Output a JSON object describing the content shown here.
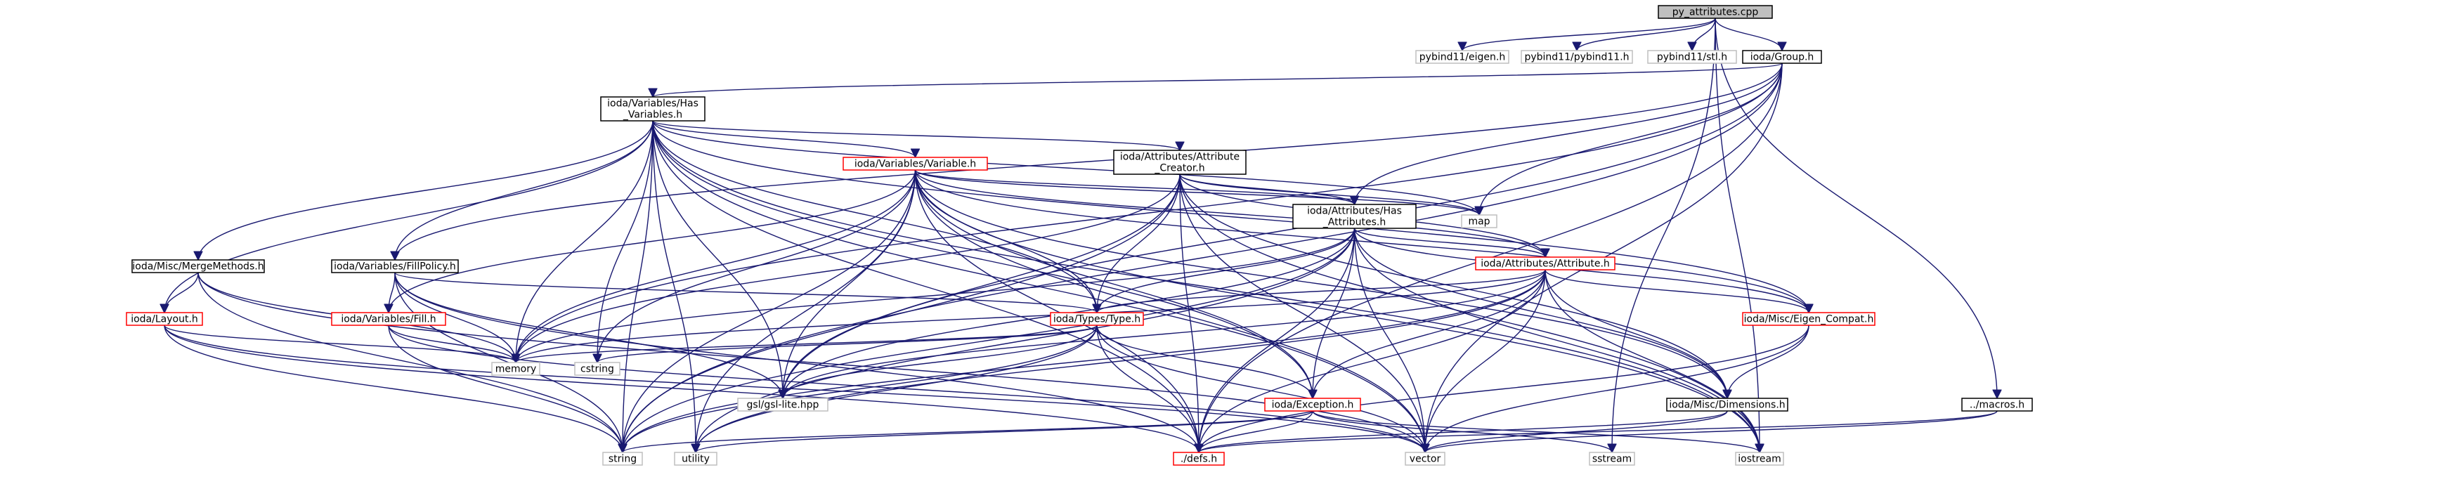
{
  "page_title": "py_attributes.cpp include dependency graph",
  "colors": {
    "edge": "#191970",
    "node_border_default": "#000000",
    "node_border_external": "#bfbfbf",
    "node_border_truncated": "#ff0000",
    "root_fill": "#bfbfbf",
    "node_fill": "#ffffff"
  },
  "nodes": [
    {
      "id": "root",
      "lines": [
        "py_attributes.cpp"
      ],
      "kind": "root"
    },
    {
      "id": "eigen",
      "lines": [
        "pybind11/eigen.h"
      ],
      "kind": "external"
    },
    {
      "id": "pybind11",
      "lines": [
        "pybind11/pybind11.h"
      ],
      "kind": "external"
    },
    {
      "id": "stl",
      "lines": [
        "pybind11/stl.h"
      ],
      "kind": "external"
    },
    {
      "id": "group",
      "lines": [
        "ioda/Group.h"
      ],
      "kind": "normal"
    },
    {
      "id": "hasvars",
      "lines": [
        "ioda/Variables/Has",
        "_Variables.h"
      ],
      "kind": "normal"
    },
    {
      "id": "variable",
      "lines": [
        "ioda/Variables/Variable.h"
      ],
      "kind": "truncated"
    },
    {
      "id": "attrcreator",
      "lines": [
        "ioda/Attributes/Attribute",
        "_Creator.h"
      ],
      "kind": "normal"
    },
    {
      "id": "hasattrs",
      "lines": [
        "ioda/Attributes/Has",
        "_Attributes.h"
      ],
      "kind": "normal"
    },
    {
      "id": "attribute",
      "lines": [
        "ioda/Attributes/Attribute.h"
      ],
      "kind": "truncated"
    },
    {
      "id": "mergemethods",
      "lines": [
        "ioda/Misc/MergeMethods.h"
      ],
      "kind": "normal"
    },
    {
      "id": "fillpolicy",
      "lines": [
        "ioda/Variables/FillPolicy.h"
      ],
      "kind": "normal"
    },
    {
      "id": "map",
      "lines": [
        "map"
      ],
      "kind": "external"
    },
    {
      "id": "layout",
      "lines": [
        "ioda/Layout.h"
      ],
      "kind": "truncated"
    },
    {
      "id": "fill",
      "lines": [
        "ioda/Variables/Fill.h"
      ],
      "kind": "truncated"
    },
    {
      "id": "type",
      "lines": [
        "ioda/Types/Type.h"
      ],
      "kind": "truncated"
    },
    {
      "id": "eigencompat",
      "lines": [
        "ioda/Misc/Eigen_Compat.h"
      ],
      "kind": "truncated"
    },
    {
      "id": "memory",
      "lines": [
        "memory"
      ],
      "kind": "external"
    },
    {
      "id": "cstring",
      "lines": [
        "cstring"
      ],
      "kind": "external"
    },
    {
      "id": "gsl",
      "lines": [
        "gsl/gsl-lite.hpp"
      ],
      "kind": "external"
    },
    {
      "id": "exception",
      "lines": [
        "ioda/Exception.h"
      ],
      "kind": "truncated"
    },
    {
      "id": "dimensions",
      "lines": [
        "ioda/Misc/Dimensions.h"
      ],
      "kind": "normal"
    },
    {
      "id": "macros",
      "lines": [
        "../macros.h"
      ],
      "kind": "normal"
    },
    {
      "id": "string",
      "lines": [
        "string"
      ],
      "kind": "external"
    },
    {
      "id": "utility",
      "lines": [
        "utility"
      ],
      "kind": "external"
    },
    {
      "id": "defs",
      "lines": [
        "./defs.h"
      ],
      "kind": "truncated"
    },
    {
      "id": "vector",
      "lines": [
        "vector"
      ],
      "kind": "external"
    },
    {
      "id": "sstream",
      "lines": [
        "sstream"
      ],
      "kind": "external"
    },
    {
      "id": "iostream",
      "lines": [
        "iostream"
      ],
      "kind": "external"
    }
  ],
  "edges": [
    [
      "root",
      "eigen"
    ],
    [
      "root",
      "pybind11"
    ],
    [
      "root",
      "stl"
    ],
    [
      "root",
      "group"
    ],
    [
      "root",
      "macros"
    ],
    [
      "root",
      "iostream"
    ],
    [
      "root",
      "sstream"
    ],
    [
      "group",
      "hasvars"
    ],
    [
      "group",
      "hasattrs"
    ],
    [
      "group",
      "fillpolicy"
    ],
    [
      "group",
      "map"
    ],
    [
      "group",
      "vector"
    ],
    [
      "group",
      "string"
    ],
    [
      "group",
      "memory"
    ],
    [
      "group",
      "gsl"
    ],
    [
      "group",
      "defs"
    ],
    [
      "hasvars",
      "variable"
    ],
    [
      "hasvars",
      "attrcreator"
    ],
    [
      "hasvars",
      "mergemethods"
    ],
    [
      "hasvars",
      "fillpolicy"
    ],
    [
      "hasvars",
      "layout"
    ],
    [
      "hasvars",
      "type"
    ],
    [
      "hasvars",
      "map"
    ],
    [
      "hasvars",
      "memory"
    ],
    [
      "hasvars",
      "cstring"
    ],
    [
      "hasvars",
      "gsl"
    ],
    [
      "hasvars",
      "string"
    ],
    [
      "hasvars",
      "utility"
    ],
    [
      "hasvars",
      "vector"
    ],
    [
      "hasvars",
      "iostream"
    ],
    [
      "hasvars",
      "eigencompat"
    ],
    [
      "hasvars",
      "exception"
    ],
    [
      "hasvars",
      "defs"
    ],
    [
      "variable",
      "hasattrs"
    ],
    [
      "variable",
      "attribute"
    ],
    [
      "variable",
      "fill"
    ],
    [
      "variable",
      "type"
    ],
    [
      "variable",
      "eigencompat"
    ],
    [
      "variable",
      "dimensions"
    ],
    [
      "variable",
      "exception"
    ],
    [
      "variable",
      "memory"
    ],
    [
      "variable",
      "cstring"
    ],
    [
      "variable",
      "gsl"
    ],
    [
      "variable",
      "string"
    ],
    [
      "variable",
      "utility"
    ],
    [
      "variable",
      "vector"
    ],
    [
      "variable",
      "defs"
    ],
    [
      "variable",
      "map"
    ],
    [
      "variable",
      "iostream"
    ],
    [
      "attrcreator",
      "hasattrs"
    ],
    [
      "attrcreator",
      "attribute"
    ],
    [
      "attrcreator",
      "type"
    ],
    [
      "attrcreator",
      "map"
    ],
    [
      "attrcreator",
      "memory"
    ],
    [
      "attrcreator",
      "gsl"
    ],
    [
      "attrcreator",
      "string"
    ],
    [
      "attrcreator",
      "vector"
    ],
    [
      "attrcreator",
      "defs"
    ],
    [
      "attrcreator",
      "dimensions"
    ],
    [
      "attrcreator",
      "iostream"
    ],
    [
      "hasattrs",
      "attribute"
    ],
    [
      "hasattrs",
      "type"
    ],
    [
      "hasattrs",
      "exception"
    ],
    [
      "hasattrs",
      "dimensions"
    ],
    [
      "hasattrs",
      "eigencompat"
    ],
    [
      "hasattrs",
      "memory"
    ],
    [
      "hasattrs",
      "gsl"
    ],
    [
      "hasattrs",
      "string"
    ],
    [
      "hasattrs",
      "vector"
    ],
    [
      "hasattrs",
      "utility"
    ],
    [
      "hasattrs",
      "defs"
    ],
    [
      "hasattrs",
      "iostream"
    ],
    [
      "attribute",
      "type"
    ],
    [
      "attribute",
      "exception"
    ],
    [
      "attribute",
      "dimensions"
    ],
    [
      "attribute",
      "eigencompat"
    ],
    [
      "attribute",
      "memory"
    ],
    [
      "attribute",
      "gsl"
    ],
    [
      "attribute",
      "string"
    ],
    [
      "attribute",
      "vector"
    ],
    [
      "attribute",
      "utility"
    ],
    [
      "attribute",
      "defs"
    ],
    [
      "attribute",
      "iostream"
    ],
    [
      "mergemethods",
      "layout"
    ],
    [
      "mergemethods",
      "memory"
    ],
    [
      "mergemethods",
      "string"
    ],
    [
      "mergemethods",
      "vector"
    ],
    [
      "fillpolicy",
      "fill"
    ],
    [
      "fillpolicy",
      "type"
    ],
    [
      "fillpolicy",
      "memory"
    ],
    [
      "fillpolicy",
      "gsl"
    ],
    [
      "fillpolicy",
      "string"
    ],
    [
      "fillpolicy",
      "defs"
    ],
    [
      "layout",
      "memory"
    ],
    [
      "layout",
      "string"
    ],
    [
      "layout",
      "vector"
    ],
    [
      "layout",
      "defs"
    ],
    [
      "fill",
      "memory"
    ],
    [
      "fill",
      "string"
    ],
    [
      "fill",
      "vector"
    ],
    [
      "type",
      "memory"
    ],
    [
      "type",
      "cstring"
    ],
    [
      "type",
      "gsl"
    ],
    [
      "type",
      "string"
    ],
    [
      "type",
      "vector"
    ],
    [
      "type",
      "exception"
    ],
    [
      "type",
      "utility"
    ],
    [
      "type",
      "defs"
    ],
    [
      "eigencompat",
      "dimensions"
    ],
    [
      "eigencompat",
      "vector"
    ],
    [
      "eigencompat",
      "defs"
    ],
    [
      "exception",
      "string"
    ],
    [
      "exception",
      "utility"
    ],
    [
      "exception",
      "sstream"
    ],
    [
      "exception",
      "iostream"
    ],
    [
      "exception",
      "defs"
    ],
    [
      "dimensions",
      "vector"
    ],
    [
      "dimensions",
      "defs"
    ],
    [
      "macros",
      "vector"
    ],
    [
      "macros",
      "defs"
    ]
  ]
}
